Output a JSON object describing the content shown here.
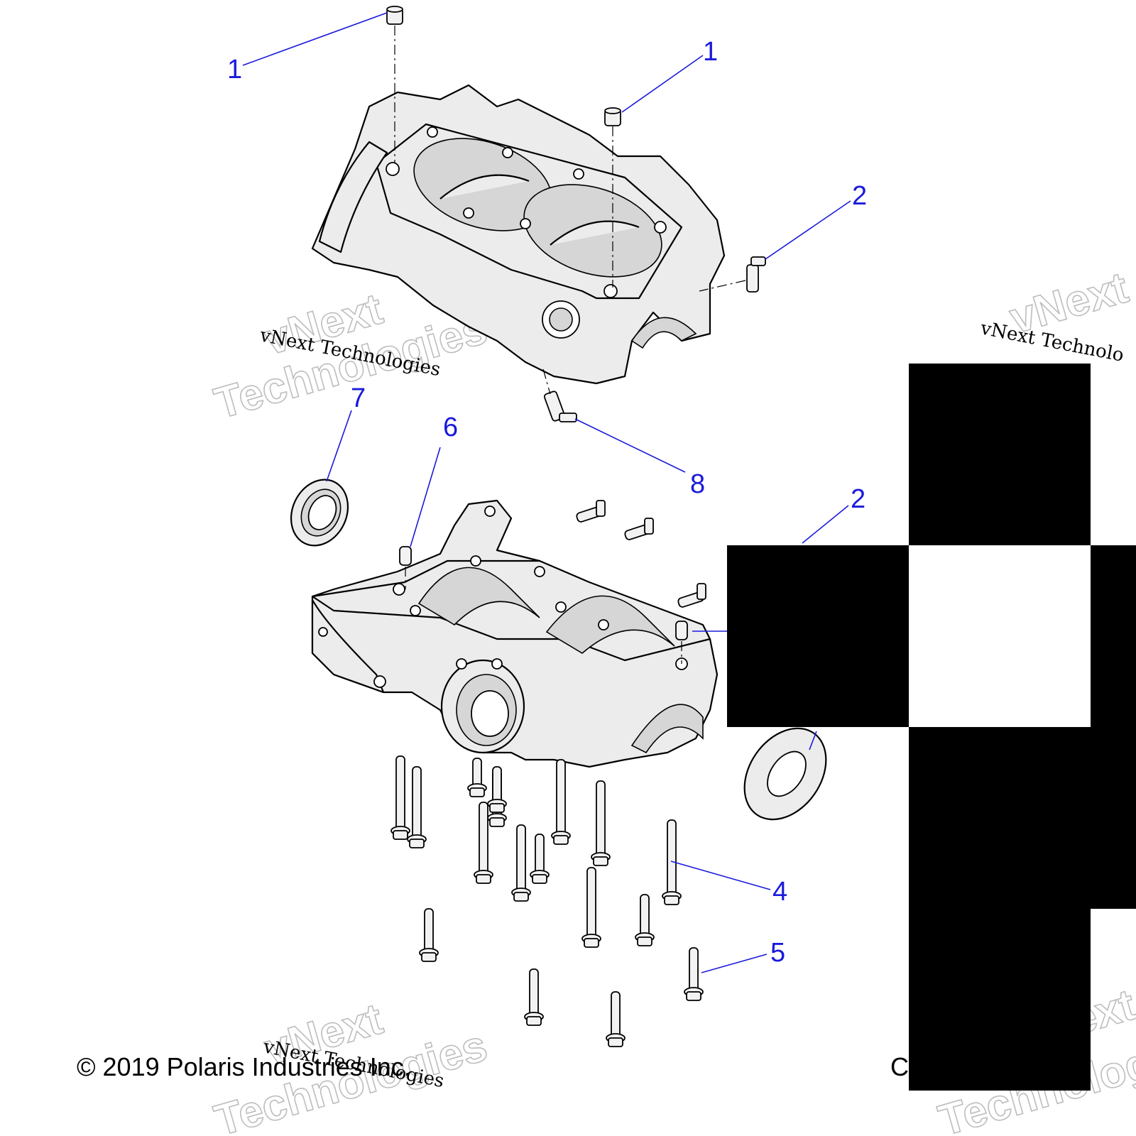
{
  "callouts": [
    "1",
    "1",
    "2",
    "2",
    "4",
    "5",
    "6",
    "7",
    "8"
  ],
  "copyright": "© 2019 Polaris Industries Inc.",
  "copyright_right_fragment": "C",
  "watermark": {
    "brand": "vNext",
    "word": "Technologies",
    "line": "vNext Technologies",
    "line_right_fragment": "vNext Technolo"
  },
  "icons": [
    "upper-crankcase",
    "lower-crankcase",
    "dowel-pin",
    "fitting",
    "oil-seal",
    "crankcase-bolt"
  ]
}
